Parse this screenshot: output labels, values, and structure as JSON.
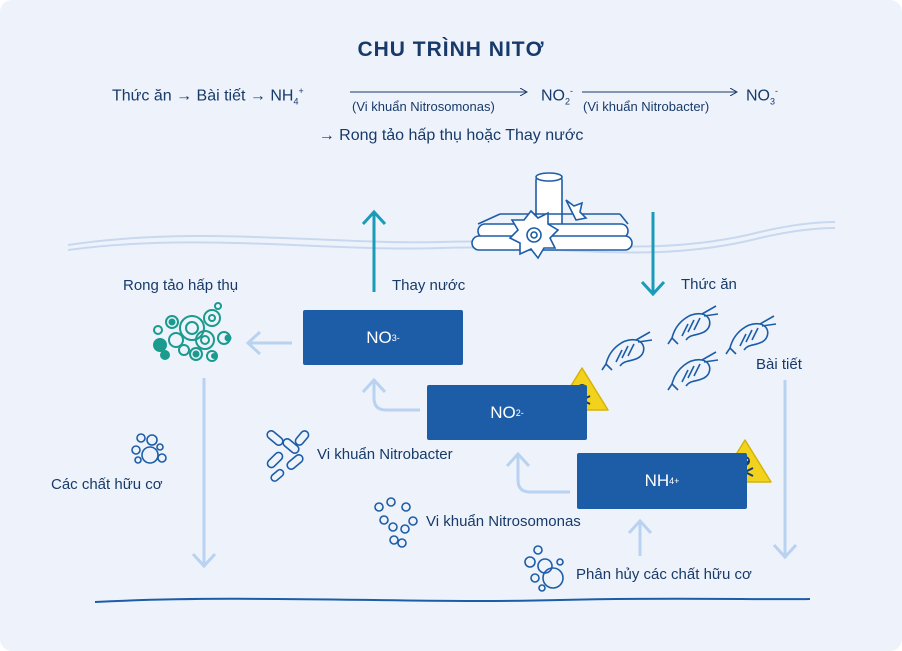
{
  "title": "CHU TRÌNH NITƠ",
  "equation": {
    "start": "Thức ăn → Bài tiết → NH",
    "nh4_sub": "4",
    "nh4_sup": "+",
    "bacteria1": "(Vi khuẩn Nitrosomonas)",
    "no2": "NO",
    "no2_sub": "2",
    "no2_sup": "-",
    "bacteria2": "(Vi khuẩn Nitrobacter)",
    "no3": "NO",
    "no3_sub": "3",
    "no3_sup": "-",
    "line2": "→ Rong tảo hấp thụ hoặc Thay nước"
  },
  "boxes": {
    "no3": {
      "base": "NO",
      "sub": "3",
      "sup": "-"
    },
    "no2": {
      "base": "NO",
      "sub": "2",
      "sup": "-"
    },
    "nh4": {
      "base": "NH",
      "sub": "4",
      "sup": "+"
    }
  },
  "labels": {
    "algae": "Rong tảo hấp thụ",
    "water_change": "Thay nước",
    "food": "Thức ăn",
    "excretion": "Bài tiết",
    "organic": "Các chất hữu cơ",
    "nitrobacter": "Vi khuẩn Nitrobacter",
    "nitrosomonas": "Vi khuẩn Nitrosomonas",
    "decompose": "Phân hủy các chất hữu cơ"
  },
  "colors": {
    "background": "#eef3fb",
    "box": "#1d5da8",
    "text": "#173a6a",
    "arrow_light": "#b8d2f0",
    "arrow_teal": "#1a9bb8",
    "algae": "#1a9b8e",
    "warning": "#f2d21c"
  }
}
